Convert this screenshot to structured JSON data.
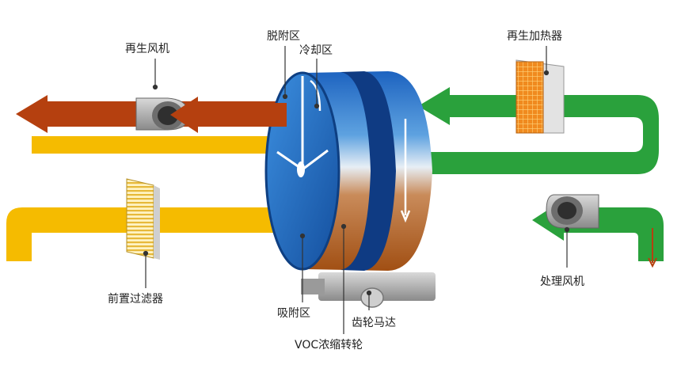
{
  "labels": {
    "regen_fan": "再生风机",
    "desorption_zone": "脱附区",
    "cooling_zone": "冷却区",
    "regen_heater": "再生加热器",
    "pre_filter": "前置过滤器",
    "adsorption_zone": "吸附区",
    "gear_motor": "齿轮马达",
    "voc_rotor": "VOC浓缩转轮",
    "process_fan": "处理风机"
  },
  "colors": {
    "exhaust_flow": "#b5400f",
    "yellow_flow": "#f5bb00",
    "green_flow": "#2aa13c",
    "rotor_face": "#1f6fc2",
    "rotor_band": "#0f3b83"
  }
}
